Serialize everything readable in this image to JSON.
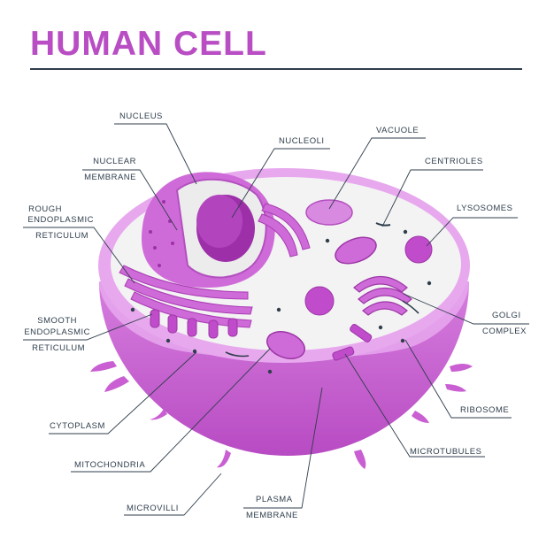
{
  "title": "HUMAN CELL",
  "labels": {
    "nucleus": "NUCLEUS",
    "nucleoli": "NUCLEOLI",
    "vacuole": "VACUOLE",
    "nuclear_l1": "NUCLEAR",
    "nuclear_l2": "MEMBRANE",
    "centrioles": "CENTRIOLES",
    "rough_l1": "ROUGH",
    "rough_l2": "ENDOPLASMIC",
    "rough_l3": "RETICULUM",
    "lysosomes": "LYSOSOMES",
    "smooth_l1": "SMOOTH",
    "smooth_l2": "ENDOPLASMIC",
    "smooth_l3": "RETICULUM",
    "golgi_l1": "GOLGI",
    "golgi_l2": "COMPLEX",
    "ribosome": "RIBOSOME",
    "cytoplasm": "CYTOPLASM",
    "microtubules": "MICROTUBULES",
    "mitochondria": "MITOCHONDRIA",
    "microvilli": "MICROVILLI",
    "plasma_l1": "PLASMA",
    "plasma_l2": "MEMBRANE"
  },
  "colors": {
    "title": "#b84dc4",
    "line": "#2f3e4c",
    "cell_body": "#c95fd2",
    "cell_light": "#e7a8ee",
    "cytoplasm": "#f3f3f3",
    "organelle": "#c04ccb"
  }
}
